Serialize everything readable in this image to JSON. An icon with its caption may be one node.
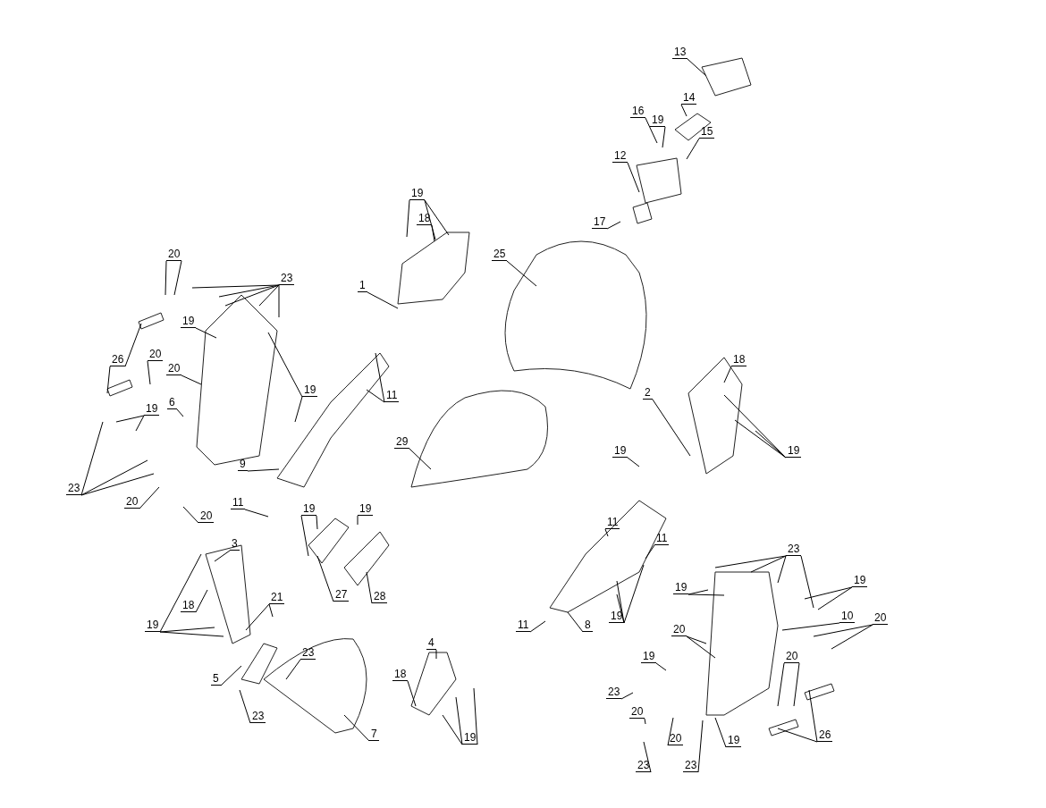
{
  "diagram": {
    "nodes": [
      {
        "text": [
          "13"
        ]
      },
      {
        "text": [
          "14"
        ]
      },
      {
        "text": [
          "16"
        ]
      },
      {
        "text": [
          "19"
        ]
      },
      {
        "text": [
          "15"
        ]
      },
      {
        "text": [
          "12"
        ]
      },
      {
        "text": [
          "17"
        ]
      },
      {
        "text": [
          "19"
        ]
      },
      {
        "text": [
          "18"
        ]
      },
      {
        "text": [
          "25"
        ]
      },
      {
        "text": [
          "1"
        ]
      },
      {
        "text": [
          "20"
        ]
      },
      {
        "text": [
          "23"
        ]
      },
      {
        "text": [
          "19"
        ]
      },
      {
        "text": [
          "26"
        ]
      },
      {
        "text": [
          "20"
        ]
      },
      {
        "text": [
          "20"
        ]
      },
      {
        "text": [
          "6"
        ]
      },
      {
        "text": [
          "19"
        ]
      },
      {
        "text": [
          "19"
        ]
      },
      {
        "text": [
          "11"
        ]
      },
      {
        "text": [
          "9"
        ]
      },
      {
        "text": [
          "23"
        ]
      },
      {
        "text": [
          "20"
        ]
      },
      {
        "text": [
          "20"
        ]
      },
      {
        "text": [
          "11"
        ]
      },
      {
        "text": [
          "29"
        ]
      },
      {
        "text": [
          "18"
        ]
      },
      {
        "text": [
          "2"
        ]
      },
      {
        "text": [
          "19"
        ]
      },
      {
        "text": [
          "19"
        ]
      },
      {
        "text": [
          "11"
        ]
      },
      {
        "text": [
          "11"
        ]
      },
      {
        "text": [
          "3"
        ]
      },
      {
        "text": [
          "19"
        ]
      },
      {
        "text": [
          "19"
        ]
      },
      {
        "text": [
          "19"
        ]
      },
      {
        "text": [
          "18"
        ]
      },
      {
        "text": [
          "27"
        ]
      },
      {
        "text": [
          "28"
        ]
      },
      {
        "text": [
          "21"
        ]
      },
      {
        "text": [
          "23"
        ]
      },
      {
        "text": [
          "5"
        ]
      },
      {
        "text": [
          "23"
        ]
      },
      {
        "text": [
          "7"
        ]
      },
      {
        "text": [
          "4"
        ]
      },
      {
        "text": [
          "18"
        ]
      },
      {
        "text": [
          "19"
        ]
      },
      {
        "text": [
          "8"
        ]
      },
      {
        "text": [
          "11"
        ]
      },
      {
        "text": [
          "19"
        ]
      },
      {
        "text": [
          "23"
        ]
      },
      {
        "text": [
          "19"
        ]
      },
      {
        "text": [
          "19"
        ]
      },
      {
        "text": [
          "10"
        ]
      },
      {
        "text": [
          "20"
        ]
      },
      {
        "text": [
          "20"
        ]
      },
      {
        "text": [
          "20"
        ]
      },
      {
        "text": [
          "19"
        ]
      },
      {
        "text": [
          "23"
        ]
      },
      {
        "text": [
          "19"
        ]
      },
      {
        "text": [
          "26"
        ]
      },
      {
        "text": [
          "20"
        ]
      },
      {
        "text": [
          "23"
        ]
      },
      {
        "text": [
          "20"
        ]
      },
      {
        "text": [
          "23"
        ]
      }
    ],
    "edges": [
      {
        "from": 0,
        "to": null,
        "arrow": "none"
      },
      {
        "from": 1,
        "to": null,
        "arrow": "none"
      },
      {
        "from": 2,
        "to": null,
        "arrow": "none"
      },
      {
        "from": 3,
        "to": null,
        "arrow": "none"
      },
      {
        "from": 4,
        "to": null,
        "arrow": "none"
      },
      {
        "from": 5,
        "to": null,
        "arrow": "none"
      },
      {
        "from": 6,
        "to": null,
        "arrow": "none"
      },
      {
        "from": 7,
        "to": null,
        "arrow": "none"
      },
      {
        "from": 7,
        "to": null,
        "arrow": "none"
      },
      {
        "from": 7,
        "to": null,
        "arrow": "none"
      },
      {
        "from": 8,
        "to": null,
        "arrow": "none"
      },
      {
        "from": 9,
        "to": null,
        "arrow": "none"
      },
      {
        "from": 10,
        "to": null,
        "arrow": "none"
      },
      {
        "from": 11,
        "to": null,
        "arrow": "none"
      },
      {
        "from": 11,
        "to": null,
        "arrow": "none"
      },
      {
        "from": 12,
        "to": null,
        "arrow": "none"
      },
      {
        "from": 12,
        "to": null,
        "arrow": "none"
      },
      {
        "from": 12,
        "to": null,
        "arrow": "none"
      },
      {
        "from": 12,
        "to": null,
        "arrow": "none"
      },
      {
        "from": 12,
        "to": null,
        "arrow": "none"
      },
      {
        "from": 13,
        "to": null,
        "arrow": "none"
      },
      {
        "from": 14,
        "to": null,
        "arrow": "none"
      },
      {
        "from": 14,
        "to": null,
        "arrow": "none"
      },
      {
        "from": 15,
        "to": null,
        "arrow": "none"
      },
      {
        "from": 16,
        "to": null,
        "arrow": "none"
      },
      {
        "from": 17,
        "to": null,
        "arrow": "none"
      },
      {
        "from": 18,
        "to": null,
        "arrow": "none"
      },
      {
        "from": 18,
        "to": null,
        "arrow": "none"
      },
      {
        "from": 19,
        "to": null,
        "arrow": "none"
      },
      {
        "from": 19,
        "to": null,
        "arrow": "none"
      },
      {
        "from": 20,
        "to": null,
        "arrow": "none"
      },
      {
        "from": 20,
        "to": null,
        "arrow": "none"
      },
      {
        "from": 21,
        "to": null,
        "arrow": "none"
      },
      {
        "from": 22,
        "to": null,
        "arrow": "none"
      },
      {
        "from": 22,
        "to": null,
        "arrow": "none"
      },
      {
        "from": 22,
        "to": null,
        "arrow": "none"
      },
      {
        "from": 23,
        "to": null,
        "arrow": "none"
      },
      {
        "from": 24,
        "to": null,
        "arrow": "none"
      },
      {
        "from": 25,
        "to": null,
        "arrow": "none"
      },
      {
        "from": 26,
        "to": null,
        "arrow": "none"
      },
      {
        "from": 27,
        "to": null,
        "arrow": "none"
      },
      {
        "from": 28,
        "to": null,
        "arrow": "none"
      },
      {
        "from": 29,
        "to": null,
        "arrow": "none"
      },
      {
        "from": 29,
        "to": null,
        "arrow": "none"
      },
      {
        "from": 29,
        "to": null,
        "arrow": "none"
      },
      {
        "from": 30,
        "to": null,
        "arrow": "none"
      },
      {
        "from": 31,
        "to": null,
        "arrow": "none"
      },
      {
        "from": 32,
        "to": null,
        "arrow": "none"
      },
      {
        "from": 33,
        "to": null,
        "arrow": "none"
      },
      {
        "from": 34,
        "to": null,
        "arrow": "none"
      },
      {
        "from": 34,
        "to": null,
        "arrow": "none"
      },
      {
        "from": 35,
        "to": null,
        "arrow": "none"
      },
      {
        "from": 36,
        "to": null,
        "arrow": "none"
      },
      {
        "from": 36,
        "to": null,
        "arrow": "none"
      },
      {
        "from": 36,
        "to": null,
        "arrow": "none"
      },
      {
        "from": 37,
        "to": null,
        "arrow": "none"
      },
      {
        "from": 38,
        "to": null,
        "arrow": "none"
      },
      {
        "from": 39,
        "to": null,
        "arrow": "none"
      },
      {
        "from": 40,
        "to": null,
        "arrow": "none"
      },
      {
        "from": 40,
        "to": null,
        "arrow": "none"
      },
      {
        "from": 41,
        "to": null,
        "arrow": "none"
      },
      {
        "from": 42,
        "to": null,
        "arrow": "none"
      },
      {
        "from": 43,
        "to": null,
        "arrow": "none"
      },
      {
        "from": 44,
        "to": null,
        "arrow": "none"
      },
      {
        "from": 45,
        "to": null,
        "arrow": "none"
      },
      {
        "from": 46,
        "to": null,
        "arrow": "none"
      },
      {
        "from": 47,
        "to": null,
        "arrow": "none"
      },
      {
        "from": 47,
        "to": null,
        "arrow": "none"
      },
      {
        "from": 47,
        "to": null,
        "arrow": "none"
      },
      {
        "from": 48,
        "to": null,
        "arrow": "none"
      },
      {
        "from": 49,
        "to": null,
        "arrow": "none"
      },
      {
        "from": 50,
        "to": null,
        "arrow": "none"
      },
      {
        "from": 50,
        "to": null,
        "arrow": "none"
      },
      {
        "from": 50,
        "to": null,
        "arrow": "none"
      },
      {
        "from": 51,
        "to": null,
        "arrow": "none"
      },
      {
        "from": 51,
        "to": null,
        "arrow": "none"
      },
      {
        "from": 51,
        "to": null,
        "arrow": "none"
      },
      {
        "from": 51,
        "to": null,
        "arrow": "none"
      },
      {
        "from": 52,
        "to": null,
        "arrow": "none"
      },
      {
        "from": 52,
        "to": null,
        "arrow": "none"
      },
      {
        "from": 53,
        "to": null,
        "arrow": "none"
      },
      {
        "from": 53,
        "to": null,
        "arrow": "none"
      },
      {
        "from": 54,
        "to": null,
        "arrow": "none"
      },
      {
        "from": 55,
        "to": null,
        "arrow": "none"
      },
      {
        "from": 55,
        "to": null,
        "arrow": "none"
      },
      {
        "from": 56,
        "to": null,
        "arrow": "none"
      },
      {
        "from": 56,
        "to": null,
        "arrow": "none"
      },
      {
        "from": 57,
        "to": null,
        "arrow": "none"
      },
      {
        "from": 57,
        "to": null,
        "arrow": "none"
      },
      {
        "from": 58,
        "to": null,
        "arrow": "none"
      },
      {
        "from": 59,
        "to": null,
        "arrow": "none"
      },
      {
        "from": 60,
        "to": null,
        "arrow": "none"
      },
      {
        "from": 61,
        "to": null,
        "arrow": "none"
      },
      {
        "from": 61,
        "to": null,
        "arrow": "none"
      },
      {
        "from": 62,
        "to": null,
        "arrow": "none"
      },
      {
        "from": 63,
        "to": null,
        "arrow": "none"
      },
      {
        "from": 64,
        "to": null,
        "arrow": "none"
      },
      {
        "from": 65,
        "to": null,
        "arrow": "none"
      }
    ]
  }
}
